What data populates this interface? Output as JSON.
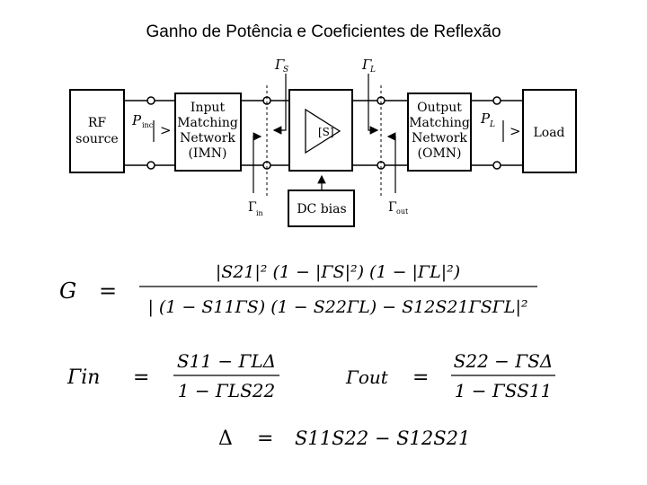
{
  "title": "Ganho de Potência e Coeficientes de Reflexão",
  "diagram": {
    "rf_source": [
      "RF",
      "source"
    ],
    "imn": [
      "Input",
      "Matching",
      "Network",
      "(IMN)"
    ],
    "omn": [
      "Output",
      "Matching",
      "Network",
      "(OMN)"
    ],
    "load": "Load",
    "device": "[S]",
    "dc_bias": "DC bias",
    "gamma": "Γ",
    "sub_s": "S",
    "sub_l": "L",
    "sub_in": "in",
    "sub_out": "out",
    "p": "P",
    "sub_inc": "inc",
    "arrow_right": ">",
    "arrow_left": "<"
  },
  "equations": {
    "gain": {
      "lhs": "G",
      "eq": "=",
      "numerator": "|S21|² (1 − |ΓS|²) (1 − |ΓL|²)",
      "denominator": "| (1 − S11ΓS) (1 − S22ΓL) − S12S21ΓSΓL|²"
    },
    "gamma_in": {
      "lhs": "Γin",
      "eq": "=",
      "numerator": "S11 − ΓLΔ",
      "denominator": "1 − ΓLS22"
    },
    "gamma_out": {
      "lhs": "Γout",
      "eq": "=",
      "numerator": "S22 − ΓSΔ",
      "denominator": "1 − ΓSS11"
    },
    "delta": {
      "lhs": "Δ",
      "eq": "=",
      "rhs": "S11S22 − S12S21"
    }
  }
}
